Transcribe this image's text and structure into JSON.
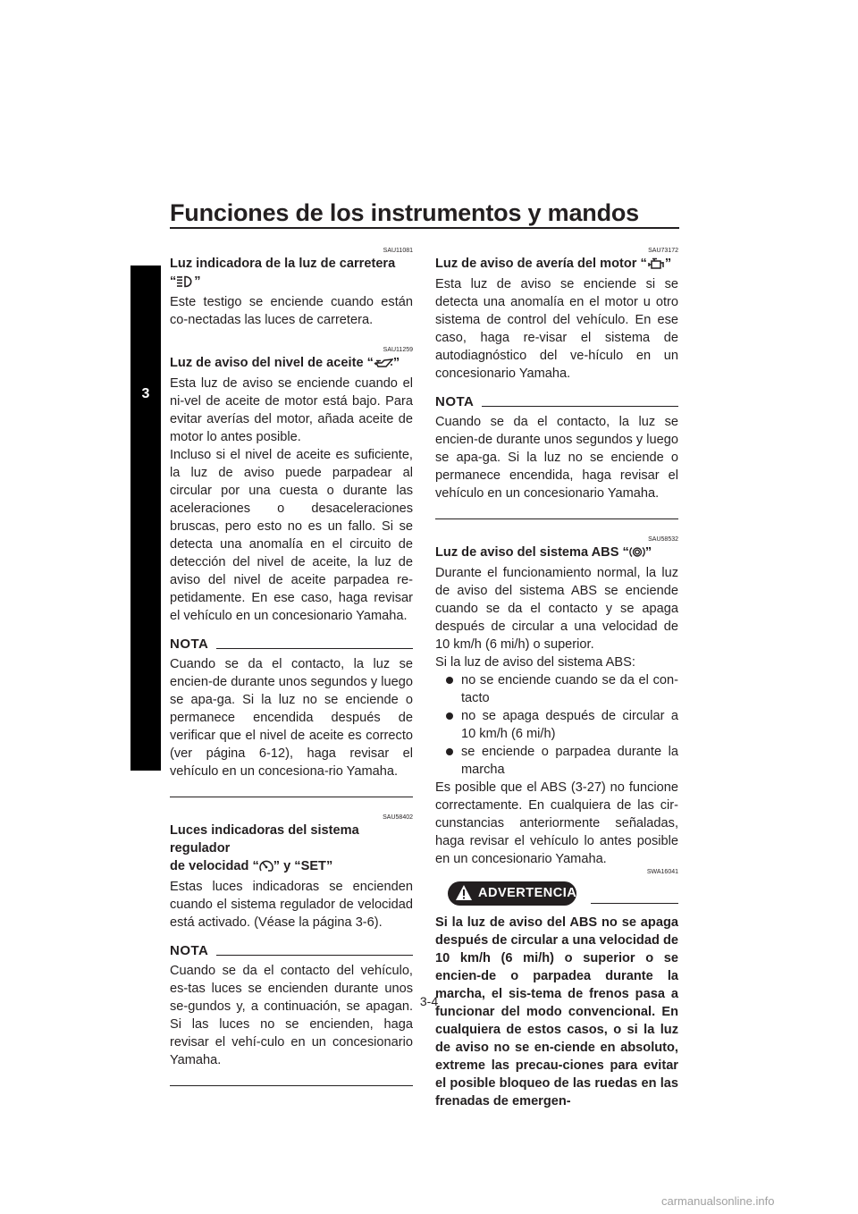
{
  "header": {
    "title": "Funciones de los instrumentos y mandos"
  },
  "chapter": {
    "number": "3"
  },
  "left_column": {
    "s1": {
      "code": "SAU11081",
      "heading_a": "Luz indicadora de la luz de carretera",
      "quote_open": "“",
      "quote_close": "”",
      "icon": "high-beam-icon",
      "body": "Este testigo se enciende cuando están co-nectadas las luces de carretera."
    },
    "s2": {
      "code": "SAU11259",
      "heading_a": "Luz de aviso del nivel de aceite “",
      "heading_b": "”",
      "icon": "oil-can-icon",
      "body1": "Esta luz de aviso se enciende cuando el ni-vel de aceite de motor está bajo. Para evitar averías del motor, añada aceite de motor lo antes posible.",
      "body2": "Incluso si el nivel de aceite es suficiente, la luz de aviso puede parpadear al circular por una cuesta o durante las aceleraciones o desaceleraciones bruscas, pero esto no es un fallo. Si se detecta una anomalía en el circuito de detección del nivel de aceite, la luz de aviso del nivel de aceite parpadea re-petidamente. En ese caso, haga revisar el vehículo en un concesionario Yamaha.",
      "nota_label": "NOTA",
      "nota_text": "Cuando se da el contacto, la luz se encien-de durante unos segundos y luego se apa-ga. Si la luz no se enciende o permanece encendida después de verificar que el nivel de aceite es correcto (ver página 6-12), haga revisar el vehículo en un concesiona-rio Yamaha."
    },
    "s3": {
      "code": "SAU58402",
      "heading_a": "Luces indicadoras del sistema regulador",
      "heading_b1": "de velocidad “",
      "heading_b2": "” y “SET”",
      "icon": "cruise-control-icon",
      "body": "Estas luces indicadoras se encienden cuando el sistema regulador de velocidad está activado. (Véase la página 3-6).",
      "nota_label": "NOTA",
      "nota_text": "Cuando se da el contacto del vehículo, es-tas luces se encienden durante unos se-gundos y, a continuación, se apagan. Si las luces no se encienden, haga revisar el vehí-culo en un concesionario Yamaha."
    }
  },
  "right_column": {
    "s4": {
      "code": "SAU73172",
      "heading_a": "Luz de aviso de avería del motor “",
      "heading_b": "”",
      "icon": "engine-icon",
      "body": "Esta luz de aviso se enciende si se detecta una anomalía en el motor u otro sistema de control del vehículo. En ese caso, haga re-visar el sistema de autodiagnóstico del ve-hículo en un concesionario Yamaha.",
      "nota_label": "NOTA",
      "nota_text": "Cuando se da el contacto, la luz se encien-de durante unos segundos y luego se apa-ga. Si la luz no se enciende o permanece encendida, haga revisar el vehículo en un concesionario Yamaha."
    },
    "s5": {
      "code": "SAU58532",
      "heading_a": "Luz de aviso del sistema ABS “",
      "heading_b": "”",
      "icon": "abs-icon",
      "body1": "Durante el funcionamiento normal, la luz de aviso del sistema ABS se enciende cuando se da el contacto y se apaga después de circular a una velocidad de 10 km/h (6 mi/h) o superior.",
      "body2": "Si la luz de aviso del sistema ABS:",
      "bullets": [
        "no se enciende cuando se da el con-tacto",
        "no se apaga después de circular a 10 km/h (6 mi/h)",
        "se enciende o parpadea durante la marcha"
      ],
      "body3": "Es posible que el ABS (3-27) no funcione correctamente. En cualquiera de las cir-cunstancias anteriormente señaladas, haga revisar el vehículo lo antes posible en un concesionario Yamaha.",
      "warning_code": "SWA16041",
      "warning_label": "ADVERTENCIA",
      "warning_text": "Si la luz de aviso del ABS no se apaga después de circular a una velocidad de 10 km/h (6 mi/h) o superior o se encien-de o parpadea durante la marcha, el sis-tema de frenos pasa a funcionar del modo convencional. En cualquiera de estos casos, o si la luz de aviso no se en-ciende en absoluto, extreme las precau-ciones para evitar el posible bloqueo de las ruedas en las frenadas de emergen-"
    }
  },
  "footer": {
    "page_number": "3-4"
  },
  "watermark": "carmanualsonline.info"
}
